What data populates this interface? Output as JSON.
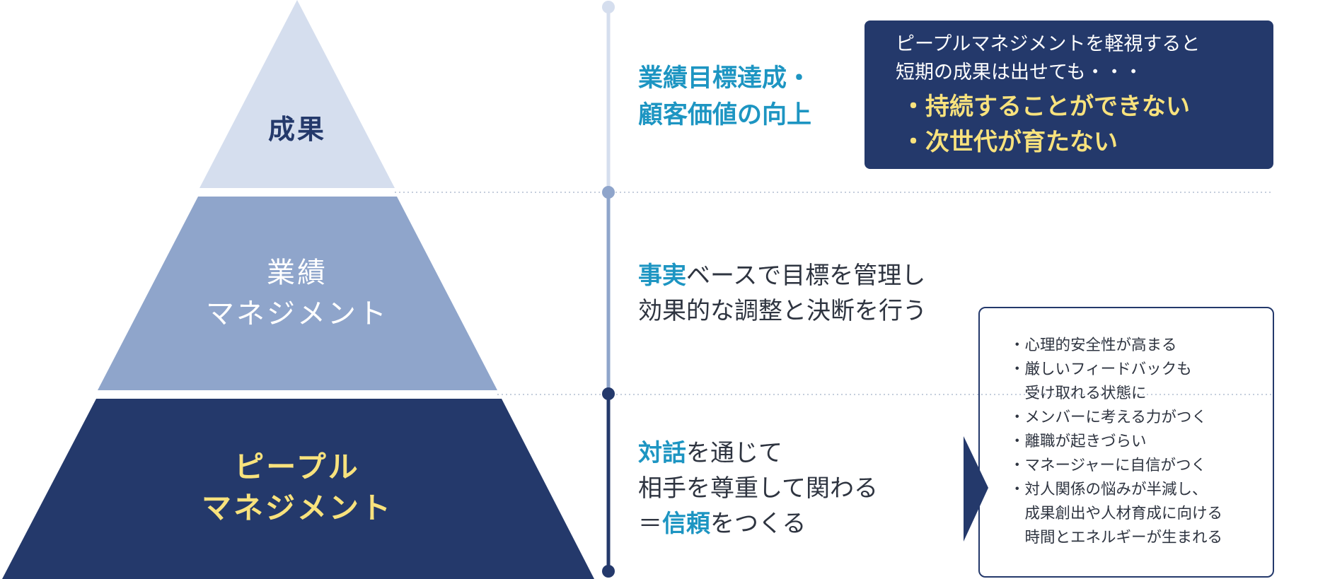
{
  "colors": {
    "navy": "#24396b",
    "mid_blue": "#8fa5cb",
    "light_blue": "#d5deee",
    "accent_blue": "#1d95c2",
    "yellow": "#f8e27d",
    "text": "#2e3440",
    "dotted_line": "#c5cedc"
  },
  "pyramid": {
    "top": {
      "lines": [
        "成果"
      ]
    },
    "middle": {
      "lines": [
        "業績",
        "マネジメント"
      ]
    },
    "bottom": {
      "lines": [
        "ピープル",
        "マネジメント"
      ]
    }
  },
  "descriptions": {
    "top": {
      "lines": [
        "業績目標達成・",
        "顧客価値の向上"
      ]
    },
    "middle": {
      "line1_accent": "事実",
      "line1_rest": "ベースで目標を管理し",
      "line2": "効果的な調整と決断を行う"
    },
    "bottom": {
      "line1_accent": "対話",
      "line1_rest": "を通じて",
      "line2": "相手を尊重して関わる",
      "line3_prefix": "＝",
      "line3_accent": "信頼",
      "line3_rest": "をつくる"
    }
  },
  "warning_box": {
    "intro": [
      "ピープルマネジメントを軽視すると",
      "短期の成果は出せても・・・"
    ],
    "bullets": [
      "・持続することができない",
      "・次世代が育たない"
    ]
  },
  "benefits_box": {
    "items": [
      "・心理的安全性が高まる",
      "・厳しいフィードバックも",
      "　受け取れる状態に",
      "・メンバーに考える力がつく",
      "・離職が起きづらい",
      "・マネージャーに自信がつく",
      "・対人関係の悩みが半減し、",
      "　成果創出や人材育成に向ける",
      "　時間とエネルギーが生まれる"
    ]
  }
}
